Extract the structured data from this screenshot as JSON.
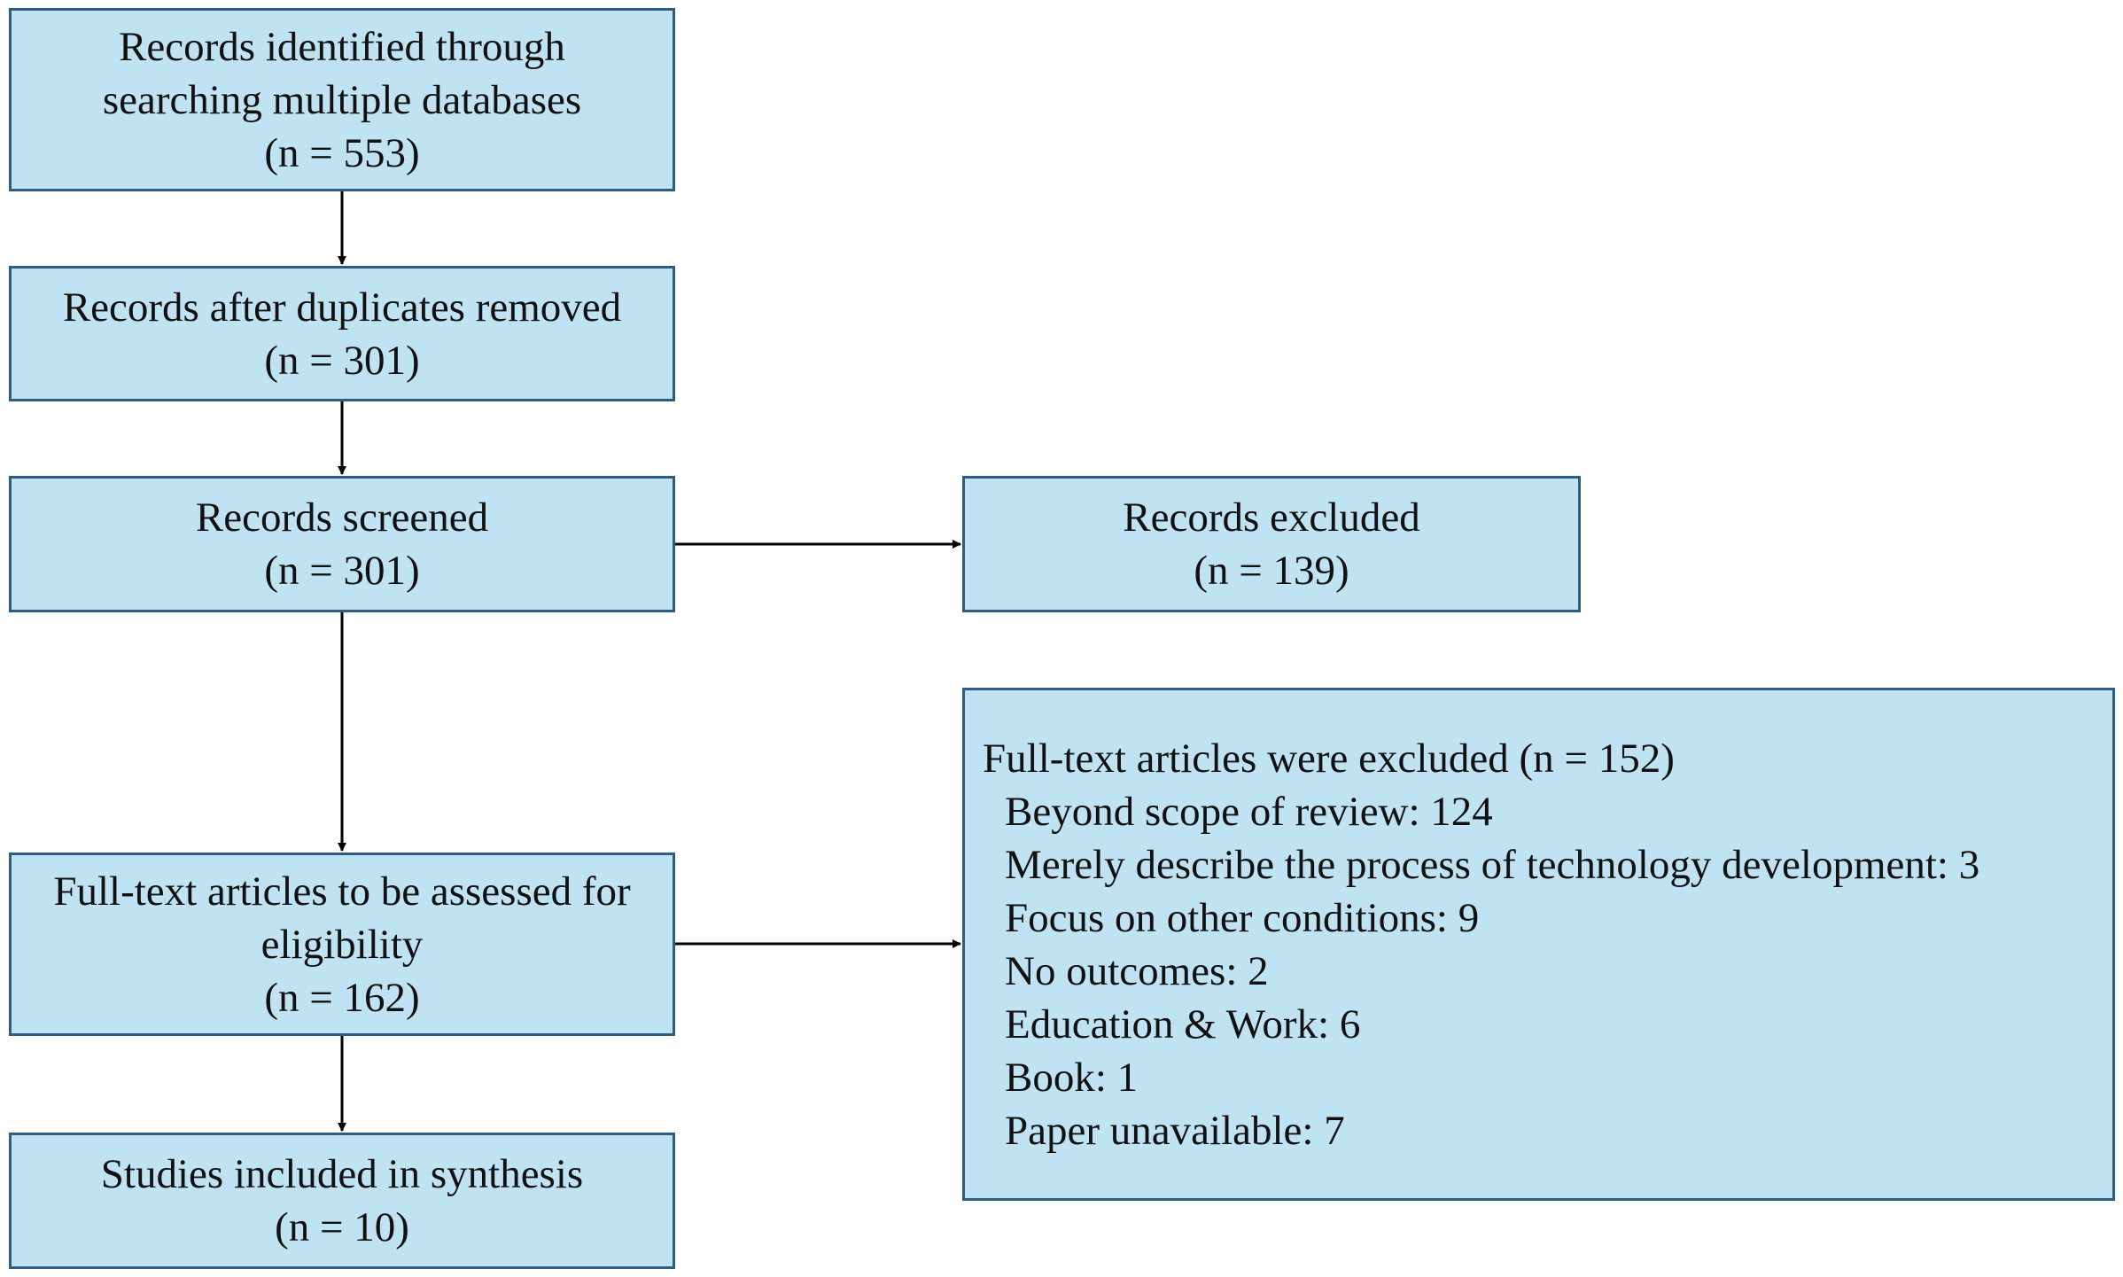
{
  "flow": {
    "identified": {
      "line1": "Records identified through",
      "line2": "searching multiple databases",
      "count": "(n = 553)"
    },
    "deduplicated": {
      "line1": "Records after duplicates removed",
      "count": "(n = 301)"
    },
    "screened": {
      "line1": "Records screened",
      "count": "(n = 301)"
    },
    "excluded": {
      "line1": "Records excluded",
      "count": "(n = 139)"
    },
    "fulltext": {
      "line1": "Full-text articles to be assessed for",
      "line2": "eligibility",
      "count": "(n = 162)"
    },
    "fulltext_excluded": {
      "heading": "Full-text articles were excluded (n = 152)",
      "reasons": [
        "Beyond scope of review: 124",
        "Merely describe the process of technology development: 3",
        "Focus on other conditions: 9",
        "No outcomes: 2",
        "Education & Work: 6",
        "Book: 1",
        "Paper unavailable: 7"
      ]
    },
    "included": {
      "line1": "Studies included in synthesis",
      "count": "(n = 10)"
    }
  },
  "colors": {
    "box_fill": "#c0e3f3",
    "box_border": "#2f5d80",
    "arrow": "#000000"
  }
}
